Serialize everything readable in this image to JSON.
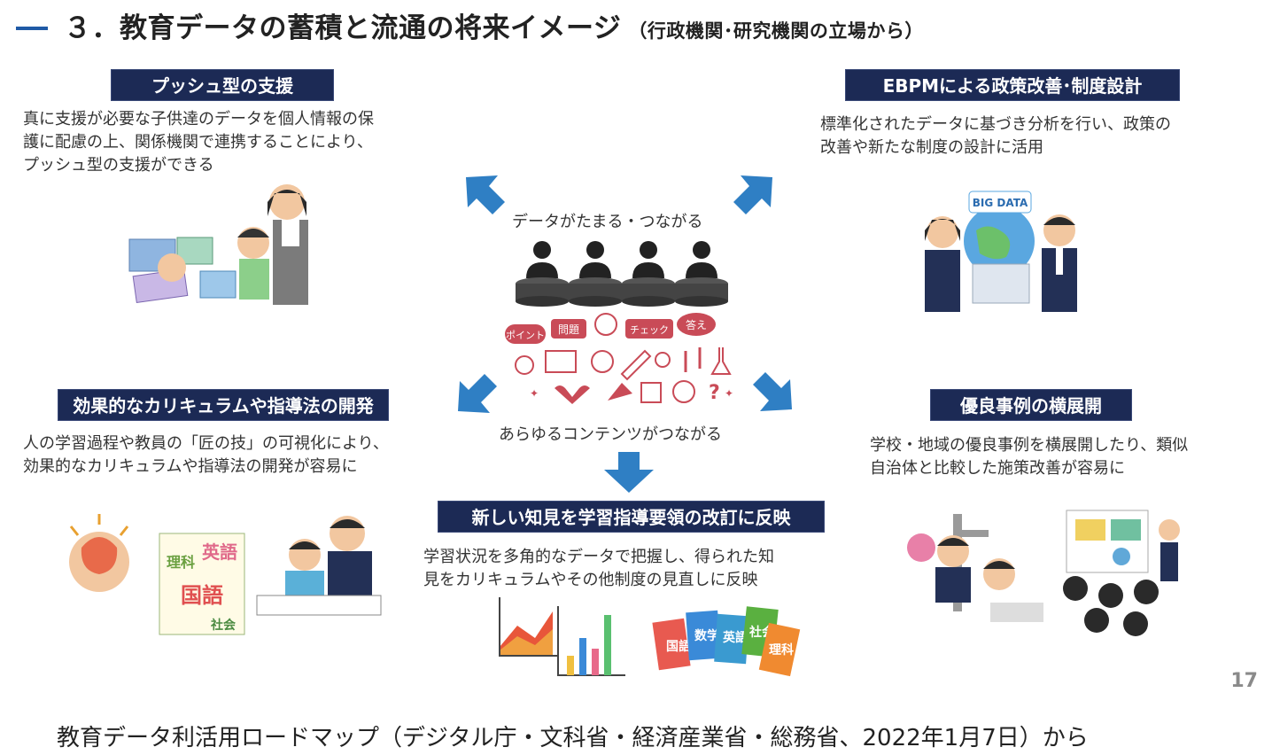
{
  "header": {
    "title": "３．教育データの蓄積と流通の将来イメージ",
    "subtitle": "（行政機関･研究機関の立場から）"
  },
  "sections": {
    "push_support": {
      "label": "プッシュ型の支援",
      "description": "真に支援が必要な子供達のデータを個人情報の保\n護に配慮の上、関係機関で連携することにより、\nプッシュ型の支援ができる"
    },
    "ebpm": {
      "label": "EBPMによる政策改善･制度設計",
      "description": "標準化されたデータに基づき分析を行い、政策の\n改善や新たな制度の設計に活用"
    },
    "curriculum": {
      "label": "効果的なカリキュラムや指導法の開発",
      "description": "人の学習過程や教員の「匠の技」の可視化により、\n効果的なカリキュラムや指導法の開発が容易に"
    },
    "best_practice": {
      "label": "優良事例の横展開",
      "description": "学校・地域の優良事例を横展開したり、類似\n自治体と比較した施策改善が容易に"
    },
    "new_knowledge": {
      "label": "新しい知見を学習指導要領の改訂に反映",
      "description": "学習状況を多角的なデータで把握し、得られた知\n見をカリキュラムやその他制度の見直しに反映"
    }
  },
  "center": {
    "top_text": "データがたまる・つながる",
    "bottom_text": "あらゆるコンテンツがつながる",
    "tags": [
      "ポイント",
      "問題",
      "チェック",
      "答え"
    ]
  },
  "illustrations": {
    "big_data_label": "BIG DATA",
    "subject_books": [
      "国語",
      "数学",
      "英語",
      "社会",
      "理科"
    ],
    "timetable_words": [
      "理科",
      "英語",
      "国語",
      "社会"
    ]
  },
  "page_number": "17",
  "footer": "教育データ利活用ロードマップ（デジタル庁・文科省・経済産業省・総務省、2022年1月7日）から",
  "colors": {
    "label_bg": "#1c2a55",
    "arrow": "#2f7fc4",
    "accent_red": "#c94b57",
    "title_bar": "#1f5aa6"
  }
}
